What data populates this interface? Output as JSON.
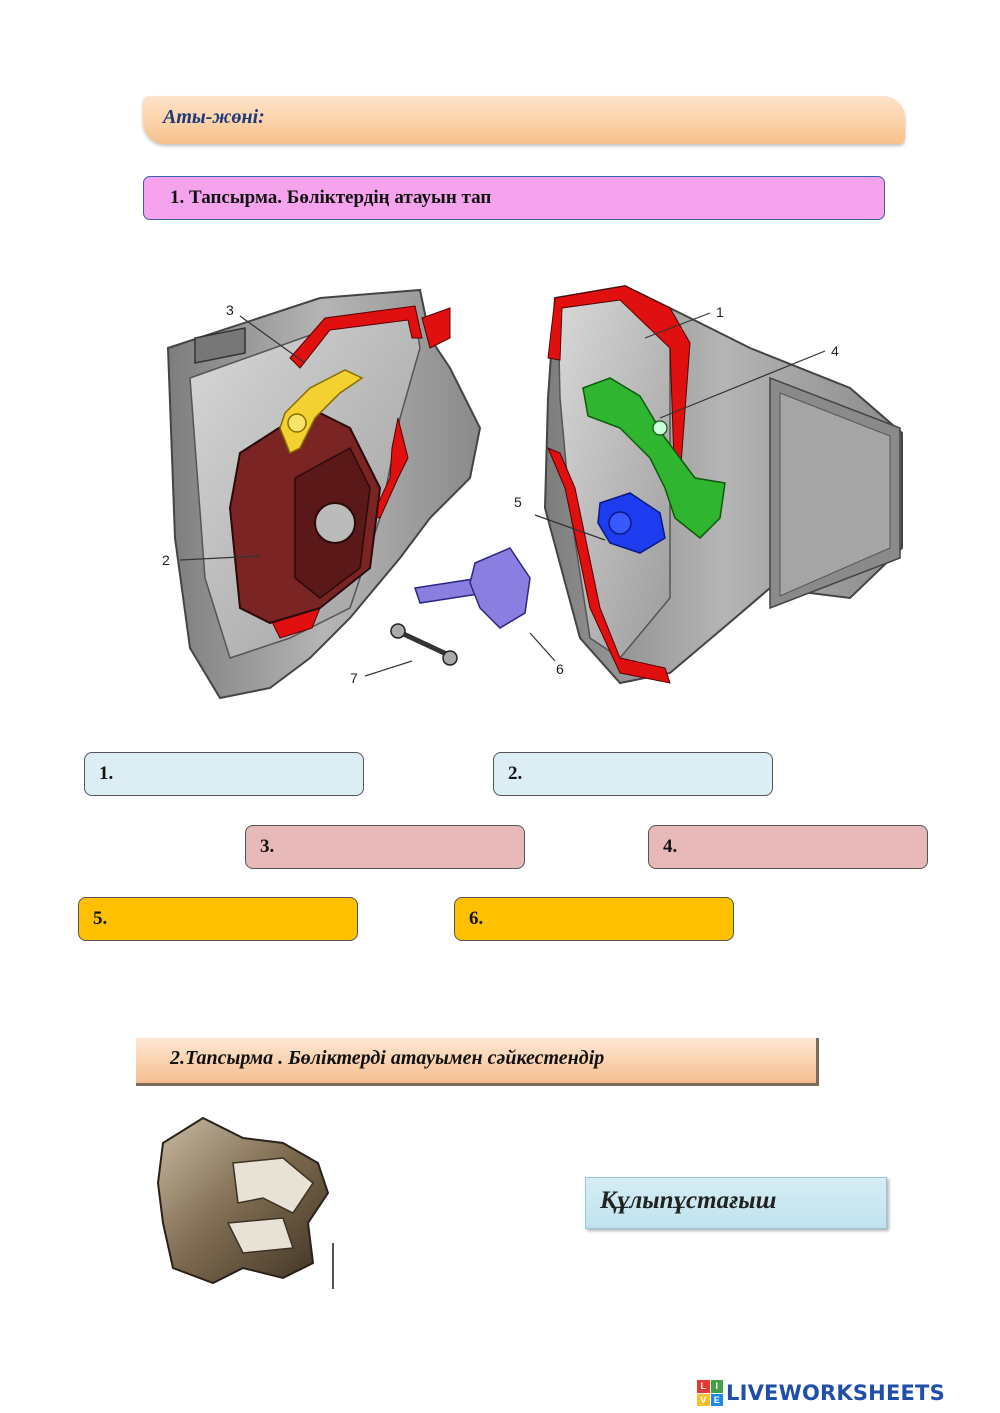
{
  "name_banner": {
    "label": "Аты-жөні:"
  },
  "task1": {
    "label": "1.  Тапсырма.   Бөліктердің атауын тап"
  },
  "diagram": {
    "callouts": [
      "1",
      "2",
      "3",
      "4",
      "5",
      "6",
      "7"
    ]
  },
  "answers": [
    {
      "label": "1.",
      "style": "blue"
    },
    {
      "label": "2.",
      "style": "blue"
    },
    {
      "label": "3.",
      "style": "pink"
    },
    {
      "label": "4.",
      "style": "pink"
    },
    {
      "label": "5.",
      "style": "gold"
    },
    {
      "label": "6.",
      "style": "gold"
    }
  ],
  "task2": {
    "label": "2.Тапсырма . Бөліктерді атауымен сәйкестендір"
  },
  "match_card": {
    "label": "Құлыпұстағыш"
  },
  "footer": {
    "badge": [
      "L",
      "I",
      "V",
      "E"
    ],
    "brand": "LIVEWORKSHEETS"
  },
  "colors": {
    "task1_bg": "#f6a3ee",
    "answer_blue": "#dcedf3",
    "answer_pink": "#e8b9b9",
    "answer_gold": "#ffc000",
    "part_green": "#2fb52f",
    "part_blue": "#1d3cf0",
    "part_brown": "#7a2424",
    "part_yellow": "#f2d130",
    "part_violet": "#8a7fe0",
    "body_red": "#e01010",
    "body_grey": "#9a9a9a"
  }
}
